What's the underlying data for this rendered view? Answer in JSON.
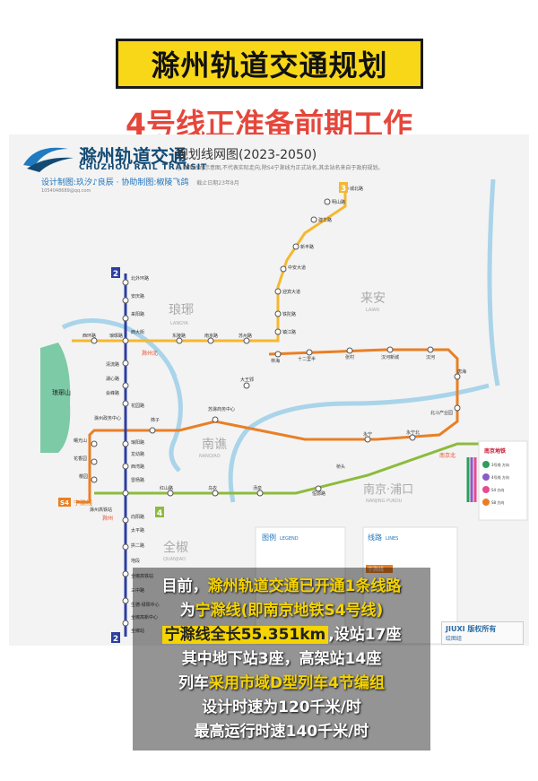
{
  "header": {
    "title": "滁州轨道交通规划",
    "subtitle": "4号线正准备前期工作"
  },
  "map": {
    "logo_cn": "滁州轨道交通",
    "logo_en": "CHUZHOU RAIL TRANSIT",
    "title": "规划线网图(2023-2050)",
    "note": "注:本图线路示意图,不代表实际走向,除S4宁滁线为正式站名,其余站名来自于政府规划。",
    "credits": "设计制图:玖汐♪良辰   ·   协助制图:椒陵飞鸽",
    "credits_date": "截止日期23年8月",
    "contact": "1054048689@qq.com",
    "districts": {
      "langya": "琅琊",
      "langya_py": "LANGYA",
      "laian": "来安",
      "laian_py": "LAIAN",
      "nanqiao": "南谯",
      "nanqiao_py": "NANQIAO",
      "pukou": "南京·浦口",
      "pukou_py": "NANJING PUKOU",
      "quanjiao": "全椒",
      "quanjiao_py": "QUANJIAO",
      "langyashan": "琅琊山"
    },
    "line_badges": {
      "line2": "2",
      "line3": "3",
      "line4": "4",
      "s4": "S4",
      "s4_name": "宁滁线"
    },
    "stations": {
      "chengbei": "城北路",
      "mingshan": "明山路",
      "jianhua": "建华路",
      "xinfeng": "新丰路",
      "zhongan": "中安大道",
      "yingbin": "迎宾大道",
      "tiehua": "铁陀路",
      "zhenjiang": "镇江路",
      "beiwai": "北外环路",
      "anqing": "安庆路",
      "laiyang": "来阳路",
      "xidajie": "西大街",
      "xihuan": "西环路",
      "langcheng": "琅琊路",
      "chuzhoubei": "滁州北",
      "dongpu": "东陵路",
      "nanjinglu": "南京路",
      "suzhoulu": "苏州路",
      "linhai": "林海",
      "shierlijing": "十二里半",
      "zhangcun": "张村",
      "hanhe": "汉河新城",
      "hanhedong": "汉河",
      "tanghai": "唐海",
      "qinghe": "清流路",
      "hubin": "湖心路",
      "huimin": "会峰路",
      "huayuan": "花园路",
      "dawang": "大王郢",
      "suchu": "苏滁商务中心",
      "chuzhouzf": "滁州政务中心",
      "shizi": "柿子",
      "beidou": "北斗产业园",
      "yongning": "永宁",
      "yongningbei": "永宁北",
      "nanjingbei": "南京北",
      "shuguang": "曙光山",
      "huaxiang": "花香园",
      "yingju": "樱园",
      "langyang": "琅阳路",
      "longzhou": "龙幼路",
      "xiwan": "西湾路",
      "songcun": "雷杨路",
      "hongshan": "红山路",
      "wulin": "乌衣",
      "tanqiao": "汤泉",
      "hengshan": "恒源路",
      "qiaotou": "桥头",
      "chuzhounanzhan": "滁州高铁站",
      "chuzhou": "滁州",
      "xiangyang": "向阳路",
      "taiping": "太平路",
      "jianeryuan": "拱二路",
      "tudi": "地段",
      "quanjiaoxi": "全椒高铁站",
      "sanzhong": "三中路",
      "huiyao": "生德·绿阳中心",
      "gaoxin": "全椒高新中心",
      "quanjiaonan": "全椒站"
    },
    "side_legend": {
      "title": "南京地铁",
      "item1": "3号线 方向",
      "item2": "4号线 方向",
      "item3": "S4 方向",
      "item4": "S8 方向"
    },
    "legend_title": "图例",
    "legend_title_en": "LEGEND",
    "lines_title": "线路",
    "lines_title_en": "LINES",
    "lines_tag": "宁滁线",
    "corner_a": "JIUXI 版权所有",
    "corner_b": "绘图组"
  },
  "overlay": {
    "line1_a": "目前，",
    "line1_b": "滁州轨道交通已开通1条线路",
    "line2_a": "为",
    "line2_b": "宁滁线(即南京地铁S4号线)",
    "line3_a": "宁滁线全长55.351km",
    "line3_b": ",设站17座",
    "line4": "其中地下站3座，高架站14座",
    "line5_a": "列车",
    "line5_b": "采用市域D型列车4节编组",
    "line6": "设计时速为120千米/时",
    "line7": "最高运行时速140千米/时"
  },
  "colors": {
    "banner_bg": "#f8d718",
    "subtitle": "#e5473b",
    "line2": "#2c3e9f",
    "line3": "#f5b82e",
    "line4": "#8dbb3c",
    "s4": "#e97f25",
    "river": "#a9d4ea",
    "brand": "#134a74"
  }
}
